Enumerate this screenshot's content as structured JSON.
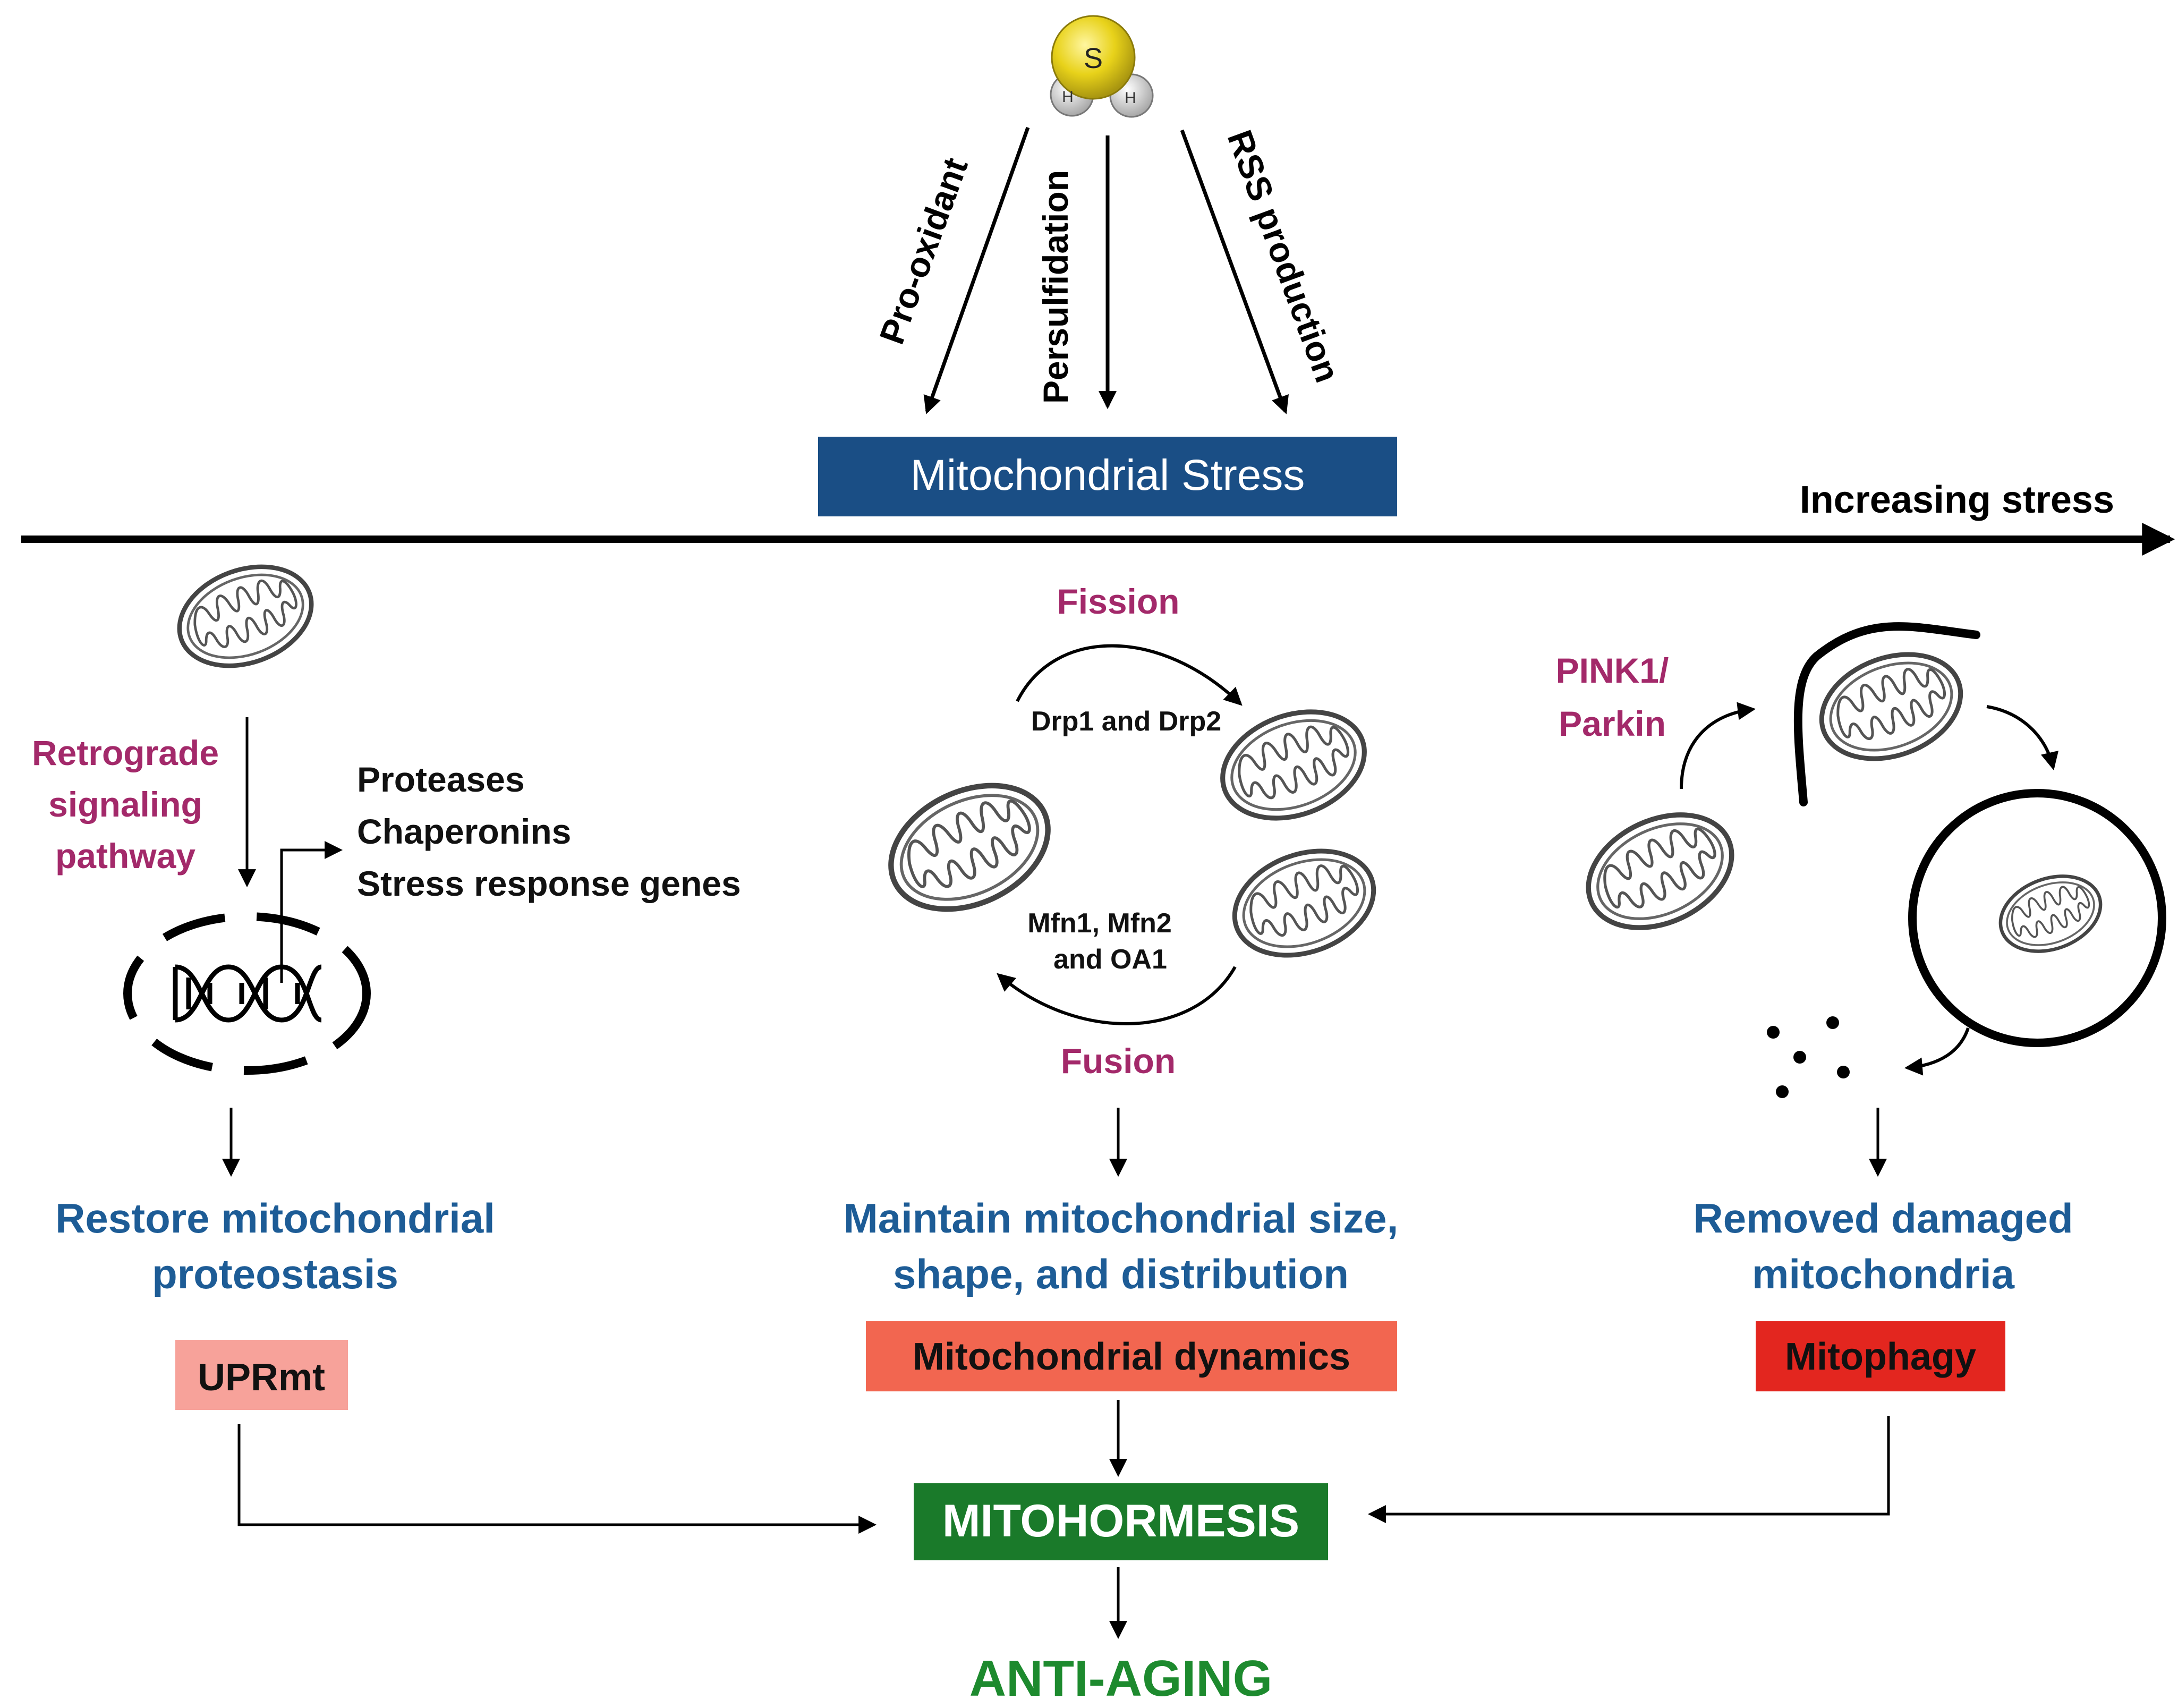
{
  "molecule": {
    "center_atom": "S",
    "left_atom": "H",
    "right_atom": "H"
  },
  "top_arrows": {
    "left": "Pro-oxidant",
    "middle": "Persulfidation",
    "right": "RSS production"
  },
  "stress_box": {
    "label": "Mitochondrial Stress"
  },
  "axis": {
    "label": "Increasing stress"
  },
  "left_column": {
    "pathway_lines": [
      "Retrograde",
      "signaling",
      "pathway"
    ],
    "genes": [
      "Proteases",
      "Chaperonins",
      "Stress response genes"
    ],
    "outcome_lines": [
      "Restore mitochondrial",
      "proteostasis"
    ],
    "box_label": "UPRmt"
  },
  "middle_column": {
    "fission_label": "Fission",
    "fission_proteins": "Drp1 and Drp2",
    "fusion_proteins_lines": [
      "Mfn1, Mfn2",
      "and OA1"
    ],
    "fusion_label": "Fusion",
    "outcome_lines": [
      "Maintain mitochondrial size,",
      "shape, and distribution"
    ],
    "box_label": "Mitochondrial dynamics"
  },
  "right_column": {
    "pathway_lines": [
      "PINK1/",
      "Parkin"
    ],
    "outcome_lines": [
      "Removed damaged",
      "mitochondria"
    ],
    "box_label": "Mitophagy"
  },
  "result": {
    "box_label": "MITOHORMESIS",
    "final_label": "ANTI-AGING"
  },
  "colors": {
    "stress_box": "#1a4e85",
    "magenta_text": "#a3296a",
    "blue_text": "#1d5c96",
    "uprmt_box": "#f7a29a",
    "dynamics_box": "#f26650",
    "mitophagy_box": "#e3261f",
    "mitohormesis_box": "#1a7a2a",
    "anti_aging_text": "#1d8a2e",
    "sulfur_atom": "#e8d21a"
  }
}
